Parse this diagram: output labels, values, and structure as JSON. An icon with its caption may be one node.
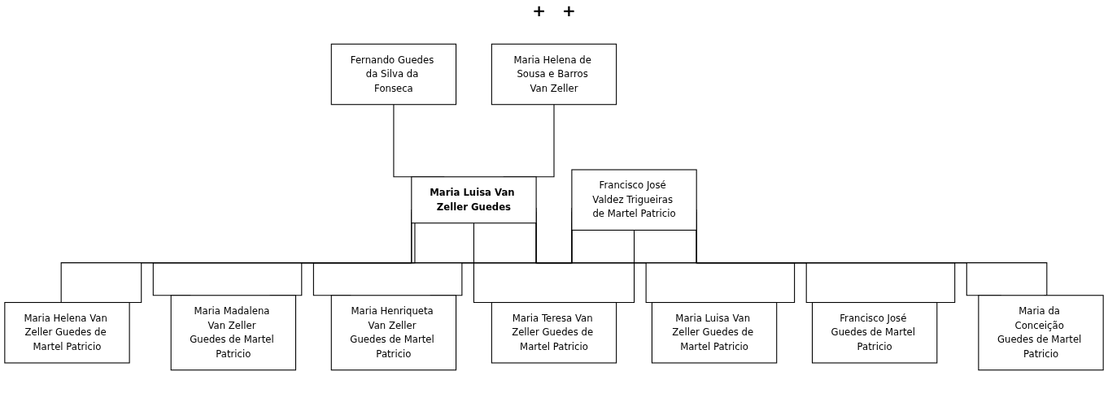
{
  "diagram": {
    "nodes": [
      {
        "text": [
          "Fernando Guedes da Silva da Fonseca"
        ]
      },
      {
        "text": [
          "Maria Helena de Sousa e Barros Van Zeller"
        ]
      },
      {
        "text": [
          "Maria Luisa Van Zeller Guedes"
        ]
      },
      {
        "text": [
          "Francisco José Valdez Trigueiras de Martel Patricio"
        ]
      },
      {
        "text": [
          "Maria Helena Van Zeller Guedes de Martel Patricio"
        ]
      },
      {
        "text": [
          "Maria Madalena Van Zeller Guedes de Martel Patricio"
        ]
      },
      {
        "text": [
          "Maria Henriqueta Van Zeller Guedes de Martel Patricio"
        ]
      },
      {
        "text": [
          "Maria Teresa Van Zeller Guedes de Martel Patricio"
        ]
      },
      {
        "text": [
          "Maria Luisa Van Zeller Guedes de Martel Patricio"
        ]
      },
      {
        "text": [
          "Francisco José Guedes de Martel Patricio"
        ]
      },
      {
        "text": [
          "Maria da Conceição Guedes de Martel Patricio"
        ]
      }
    ],
    "edges": [
      {
        "from": 0,
        "to": 2,
        "arrow": "none"
      },
      {
        "from": 1,
        "to": 2,
        "arrow": "none"
      },
      {
        "from": 2,
        "to": 4,
        "arrow": "none"
      },
      {
        "from": 3,
        "to": 4,
        "arrow": "none"
      },
      {
        "from": 2,
        "to": 5,
        "arrow": "none"
      },
      {
        "from": 3,
        "to": 5,
        "arrow": "none"
      },
      {
        "from": 2,
        "to": 6,
        "arrow": "none"
      },
      {
        "from": 3,
        "to": 6,
        "arrow": "none"
      },
      {
        "from": 2,
        "to": 7,
        "arrow": "none"
      },
      {
        "from": 3,
        "to": 7,
        "arrow": "none"
      },
      {
        "from": 2,
        "to": 8,
        "arrow": "none"
      },
      {
        "from": 3,
        "to": 8,
        "arrow": "none"
      },
      {
        "from": 2,
        "to": 9,
        "arrow": "none"
      },
      {
        "from": 3,
        "to": 9,
        "arrow": "none"
      },
      {
        "from": 2,
        "to": 10,
        "arrow": "none"
      },
      {
        "from": 3,
        "to": 10,
        "arrow": "none"
      }
    ],
    "labels": [
      "+",
      "+"
    ]
  }
}
